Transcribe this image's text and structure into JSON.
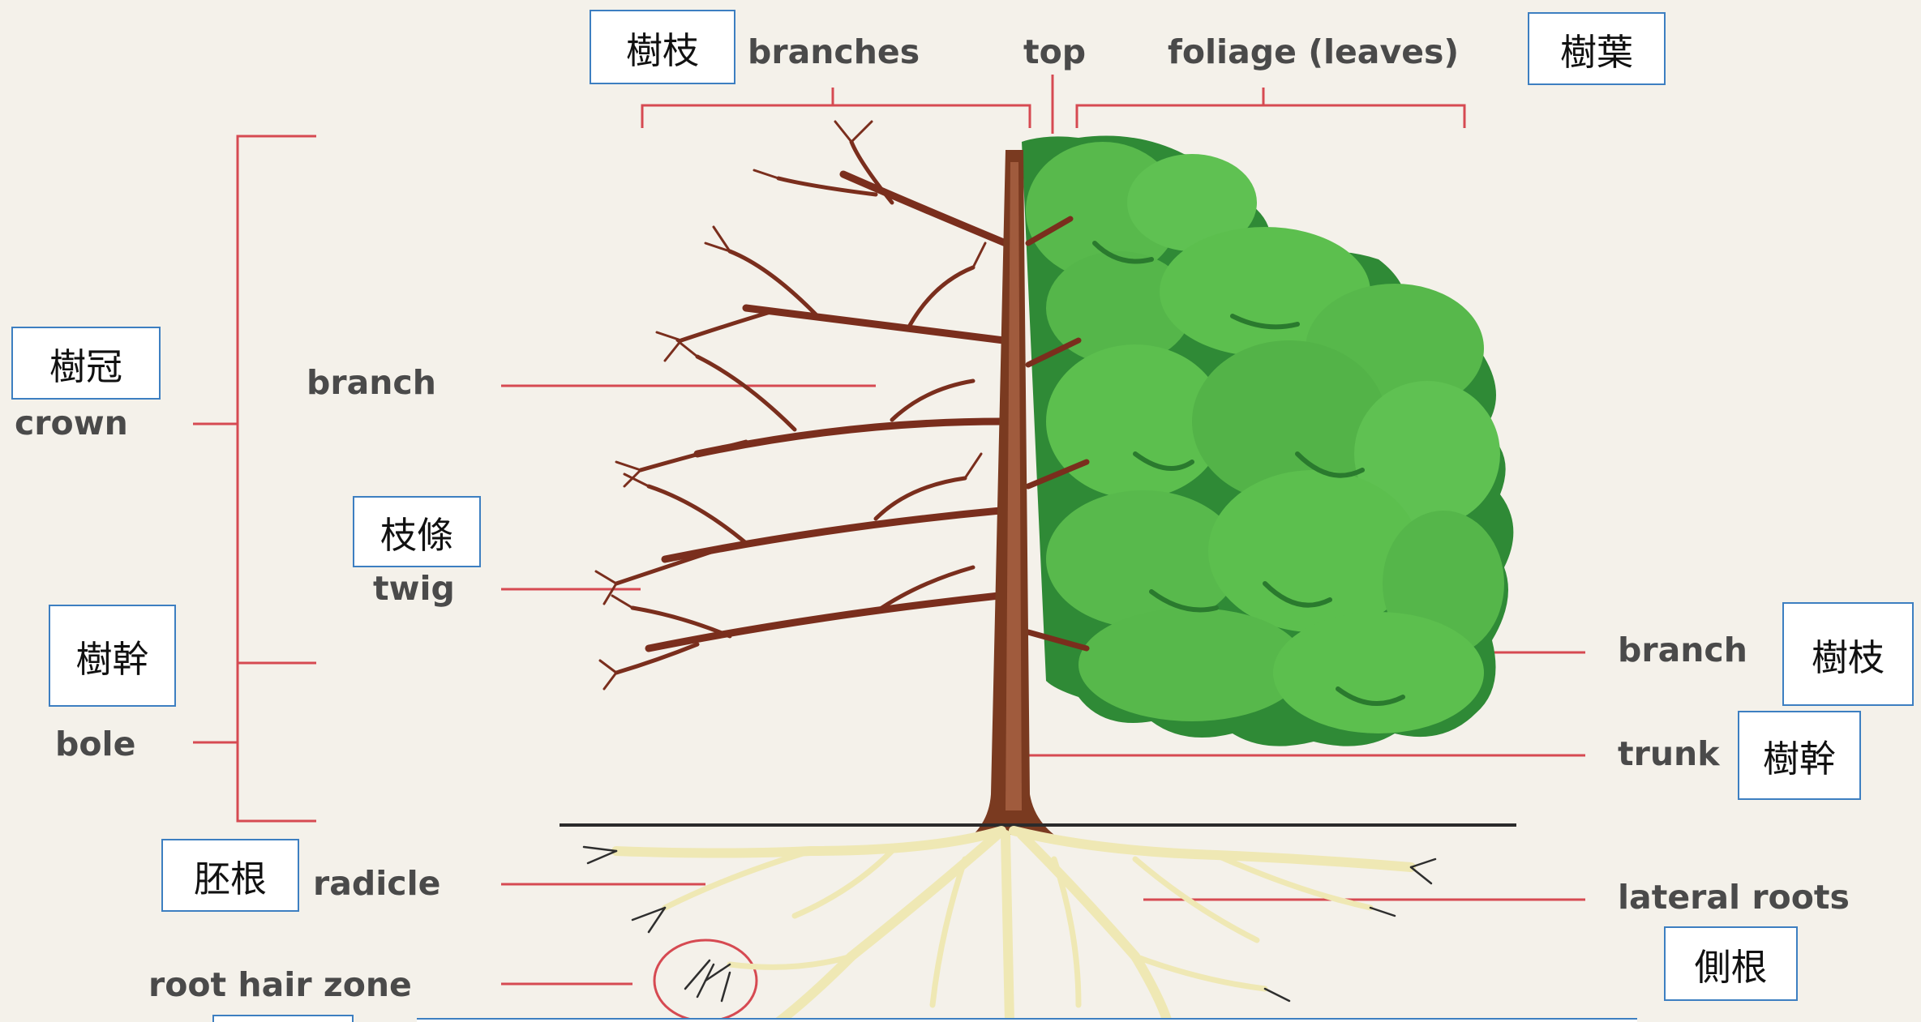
{
  "colors": {
    "callout_line": "#d64a52",
    "label_text": "#4a4a4a",
    "box_border": "#3d7fc1",
    "trunk": "#7a3a20",
    "foliage": "#3f9a3c",
    "foliage_light": "#5cbf4e",
    "roots": "#efe8b4",
    "ground": "#2b2b2b"
  },
  "labels_en": {
    "branches": "branches",
    "top": "top",
    "foliage": "foliage (leaves)",
    "crown": "crown",
    "branch_left": "branch",
    "twig": "twig",
    "bole": "bole",
    "radicle": "radicle",
    "root_hair_zone": "root hair zone",
    "branch_right": "branch",
    "trunk": "trunk",
    "lateral_roots": "lateral roots"
  },
  "labels_zh": {
    "branches": "樹枝",
    "foliage": "樹葉",
    "crown": "樹冠",
    "twig": "枝條",
    "bole": "樹幹",
    "radicle": "胚根",
    "branch_right": "樹枝",
    "trunk": "樹幹",
    "lateral_roots": "側根"
  },
  "icons": [
    "tree-illustration",
    "root-hair-circle"
  ]
}
